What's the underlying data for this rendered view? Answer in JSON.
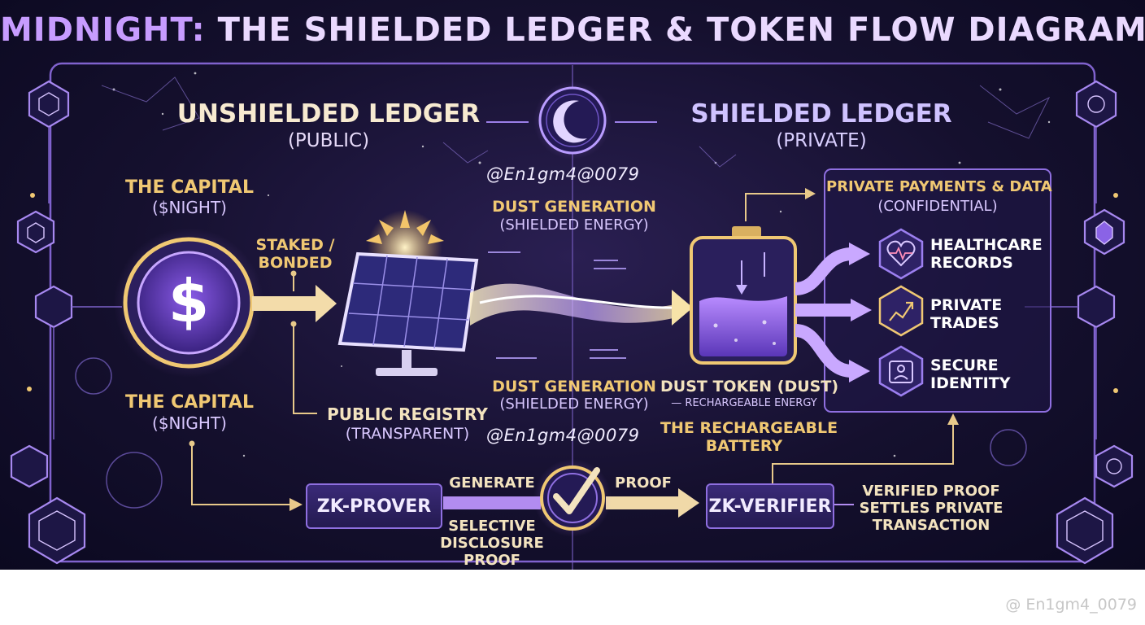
{
  "title": {
    "part1": "MIDNIGHT:",
    "part2": "THE SHIELDED LEDGER & TOKEN FLOW DIAGRAM"
  },
  "unshielded": {
    "heading": "UNSHIELDED LEDGER",
    "sub": "(PUBLIC)"
  },
  "shielded": {
    "heading": "SHIELDED LEDGER",
    "sub": "(PRIVATE)"
  },
  "watermark": "@En1gm4@0079",
  "capital_top": {
    "label": "THE CAPITAL",
    "sub": "($NIGHT)"
  },
  "capital_bottom": {
    "label": "THE CAPITAL",
    "sub": "($NIGHT)"
  },
  "coin_symbol": "$",
  "staked": {
    "line1": "STAKED /",
    "line2": "BONDED"
  },
  "dust_gen_top": {
    "label": "DUST GENERATION",
    "sub": "(SHIELDED ENERGY)"
  },
  "dust_gen_bottom": {
    "label": "DUST GENERATION",
    "sub": "(SHIELDED ENERGY)"
  },
  "public_registry": {
    "label": "PUBLIC REGISTRY",
    "sub": "(TRANSPARENT)"
  },
  "dust_token": {
    "label": "DUST TOKEN (DUST)",
    "sub": "— RECHARGEABLE ENERGY"
  },
  "battery": {
    "line1": "THE RECHARGEABLE",
    "line2": "BATTERY"
  },
  "private_payments": {
    "label": "PRIVATE PAYMENTS & DATA",
    "sub": "(CONFIDENTIAL)"
  },
  "outputs": [
    {
      "line1": "HEALTHCARE",
      "line2": "RECORDS",
      "icon": "heart-pulse-icon"
    },
    {
      "line1": "PRIVATE",
      "line2": "TRADES",
      "icon": "trend-up-icon"
    },
    {
      "line1": "SECURE",
      "line2": "IDENTITY",
      "icon": "id-card-icon"
    }
  ],
  "zk_prover": "ZK-PROVER",
  "zk_verifier": "ZK-VERIFIER",
  "generate": "GENERATE",
  "proof": "PROOF",
  "selective": {
    "line1": "SELECTIVE",
    "line2": "DISCLOSURE",
    "line3": "PROOF"
  },
  "verified": {
    "line1": "VERIFIED PROOF",
    "line2": "SETTLES PRIVATE",
    "line3": "TRANSACTION"
  },
  "footer": "@ En1gm4_0079",
  "colors": {
    "background": "#15102e",
    "accent_purple": "#9b6bff",
    "gold": "#f0c873",
    "cream": "#f3e3bf"
  }
}
